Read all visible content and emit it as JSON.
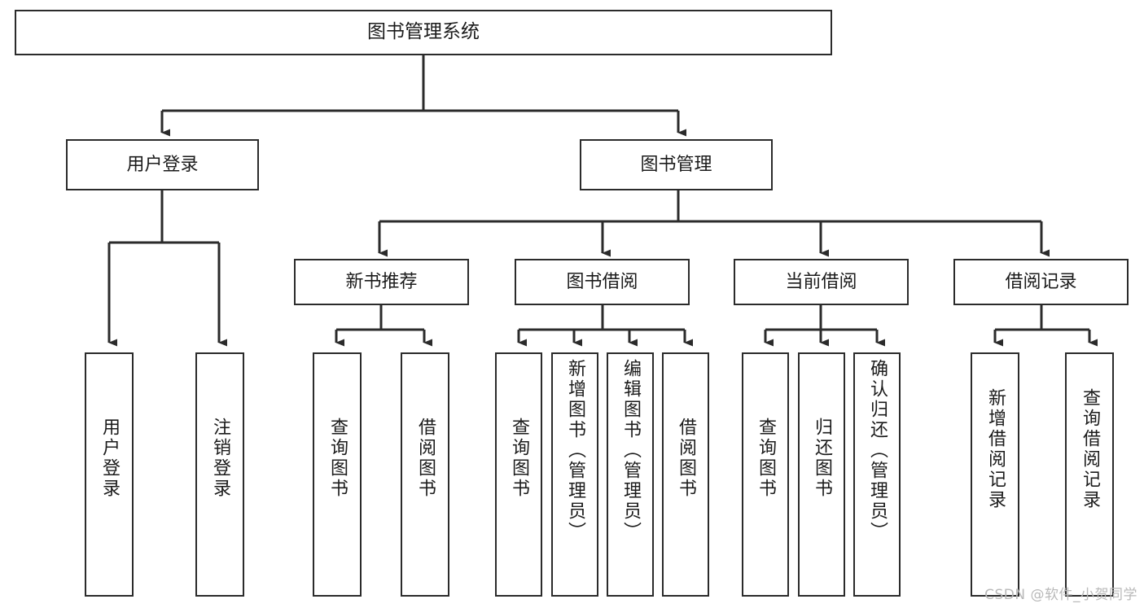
{
  "diagram": {
    "title": "图书管理系统",
    "type": "tree-hierarchy-diagram",
    "colors": {
      "background": "#ffffff",
      "box_border": "#2b2b2b",
      "box_fill": "#ffffff",
      "connector": "#2b2b2b",
      "text": "#1b1b1b",
      "watermark": "#b9b9b9"
    },
    "root": {
      "label": "图书管理系统"
    },
    "level2": [
      {
        "id": "user-login",
        "label": "用户登录"
      },
      {
        "id": "book-management",
        "label": "图书管理"
      }
    ],
    "level3": [
      {
        "id": "new-book-recommend",
        "label": "新书推荐"
      },
      {
        "id": "book-borrow",
        "label": "图书借阅"
      },
      {
        "id": "current-borrow",
        "label": "当前借阅"
      },
      {
        "id": "borrow-record",
        "label": "借阅记录"
      }
    ],
    "leaves": {
      "user_login": [
        {
          "id": "leaf-user-login",
          "label": "用户登录"
        },
        {
          "id": "leaf-logout",
          "label": "注销登录"
        }
      ],
      "new_book_recommend": [
        {
          "id": "leaf-query-book-1",
          "label": "查询图书"
        },
        {
          "id": "leaf-borrow-book-1",
          "label": "借阅图书"
        }
      ],
      "book_borrow": [
        {
          "id": "leaf-query-book-2",
          "label": "查询图书"
        },
        {
          "id": "leaf-add-book",
          "label": "新增图书（管理员）"
        },
        {
          "id": "leaf-edit-book",
          "label": "编辑图书（管理员）"
        },
        {
          "id": "leaf-borrow-book-2",
          "label": "借阅图书"
        }
      ],
      "current_borrow": [
        {
          "id": "leaf-query-book-3",
          "label": "查询图书"
        },
        {
          "id": "leaf-return-book",
          "label": "归还图书"
        },
        {
          "id": "leaf-confirm-return",
          "label": "确认归还（管理员）"
        }
      ],
      "borrow_record": [
        {
          "id": "leaf-add-record",
          "label": "新增借阅记录"
        },
        {
          "id": "leaf-query-record",
          "label": "查询借阅记录"
        }
      ]
    },
    "watermark": "CSDN @软件_小贺同学"
  }
}
